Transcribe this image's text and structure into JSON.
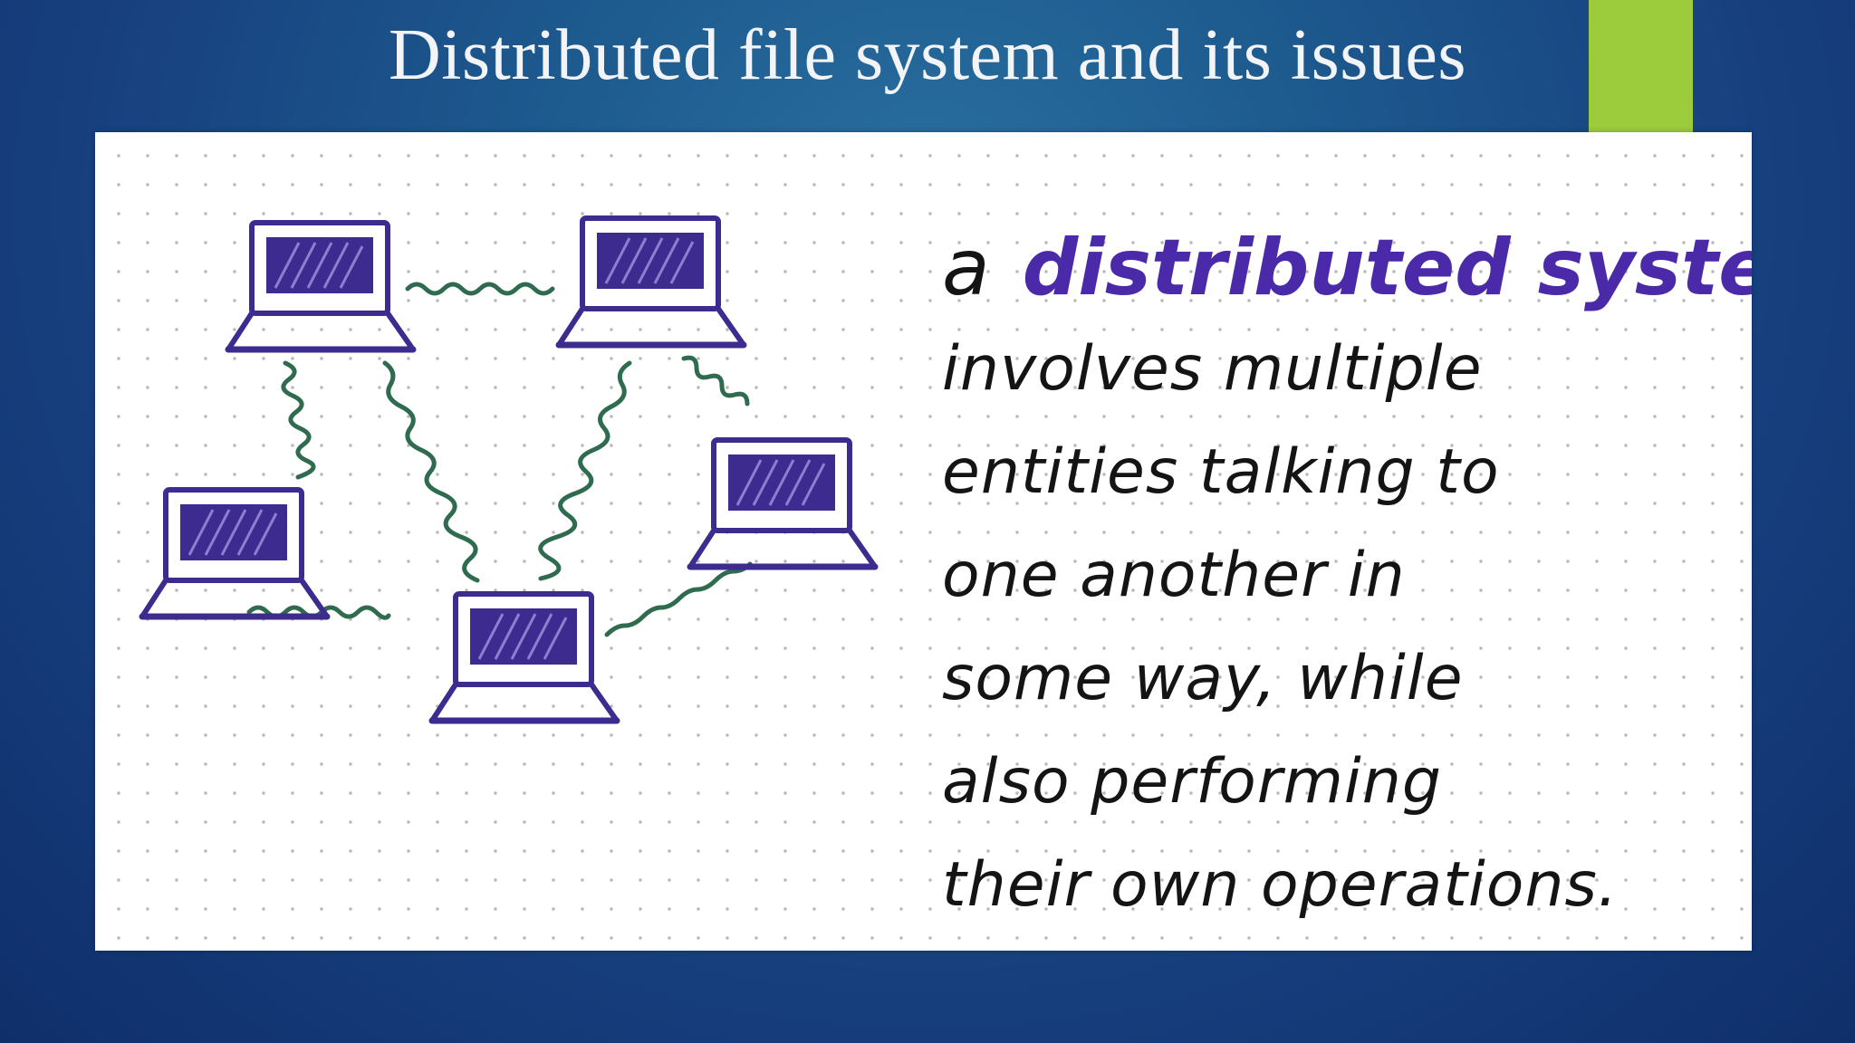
{
  "slide": {
    "title": "Distributed file system and its issues",
    "accent_color": "#9ccb3b",
    "background_color": "#1b4f8a"
  },
  "illustration": {
    "nodes": [
      "laptop-icon",
      "laptop-icon",
      "laptop-icon",
      "laptop-icon",
      "laptop-icon"
    ],
    "laptop_color": "#3e2b8f",
    "link_color": "#2f6b4f"
  },
  "handwritten_note": {
    "article": "a",
    "highlight": "distributed system",
    "highlight_color": "#4a2aa8",
    "lines": [
      "involves multiple",
      "entities talking to",
      "one another in",
      "some way, while",
      "also performing",
      "their own operations."
    ]
  }
}
